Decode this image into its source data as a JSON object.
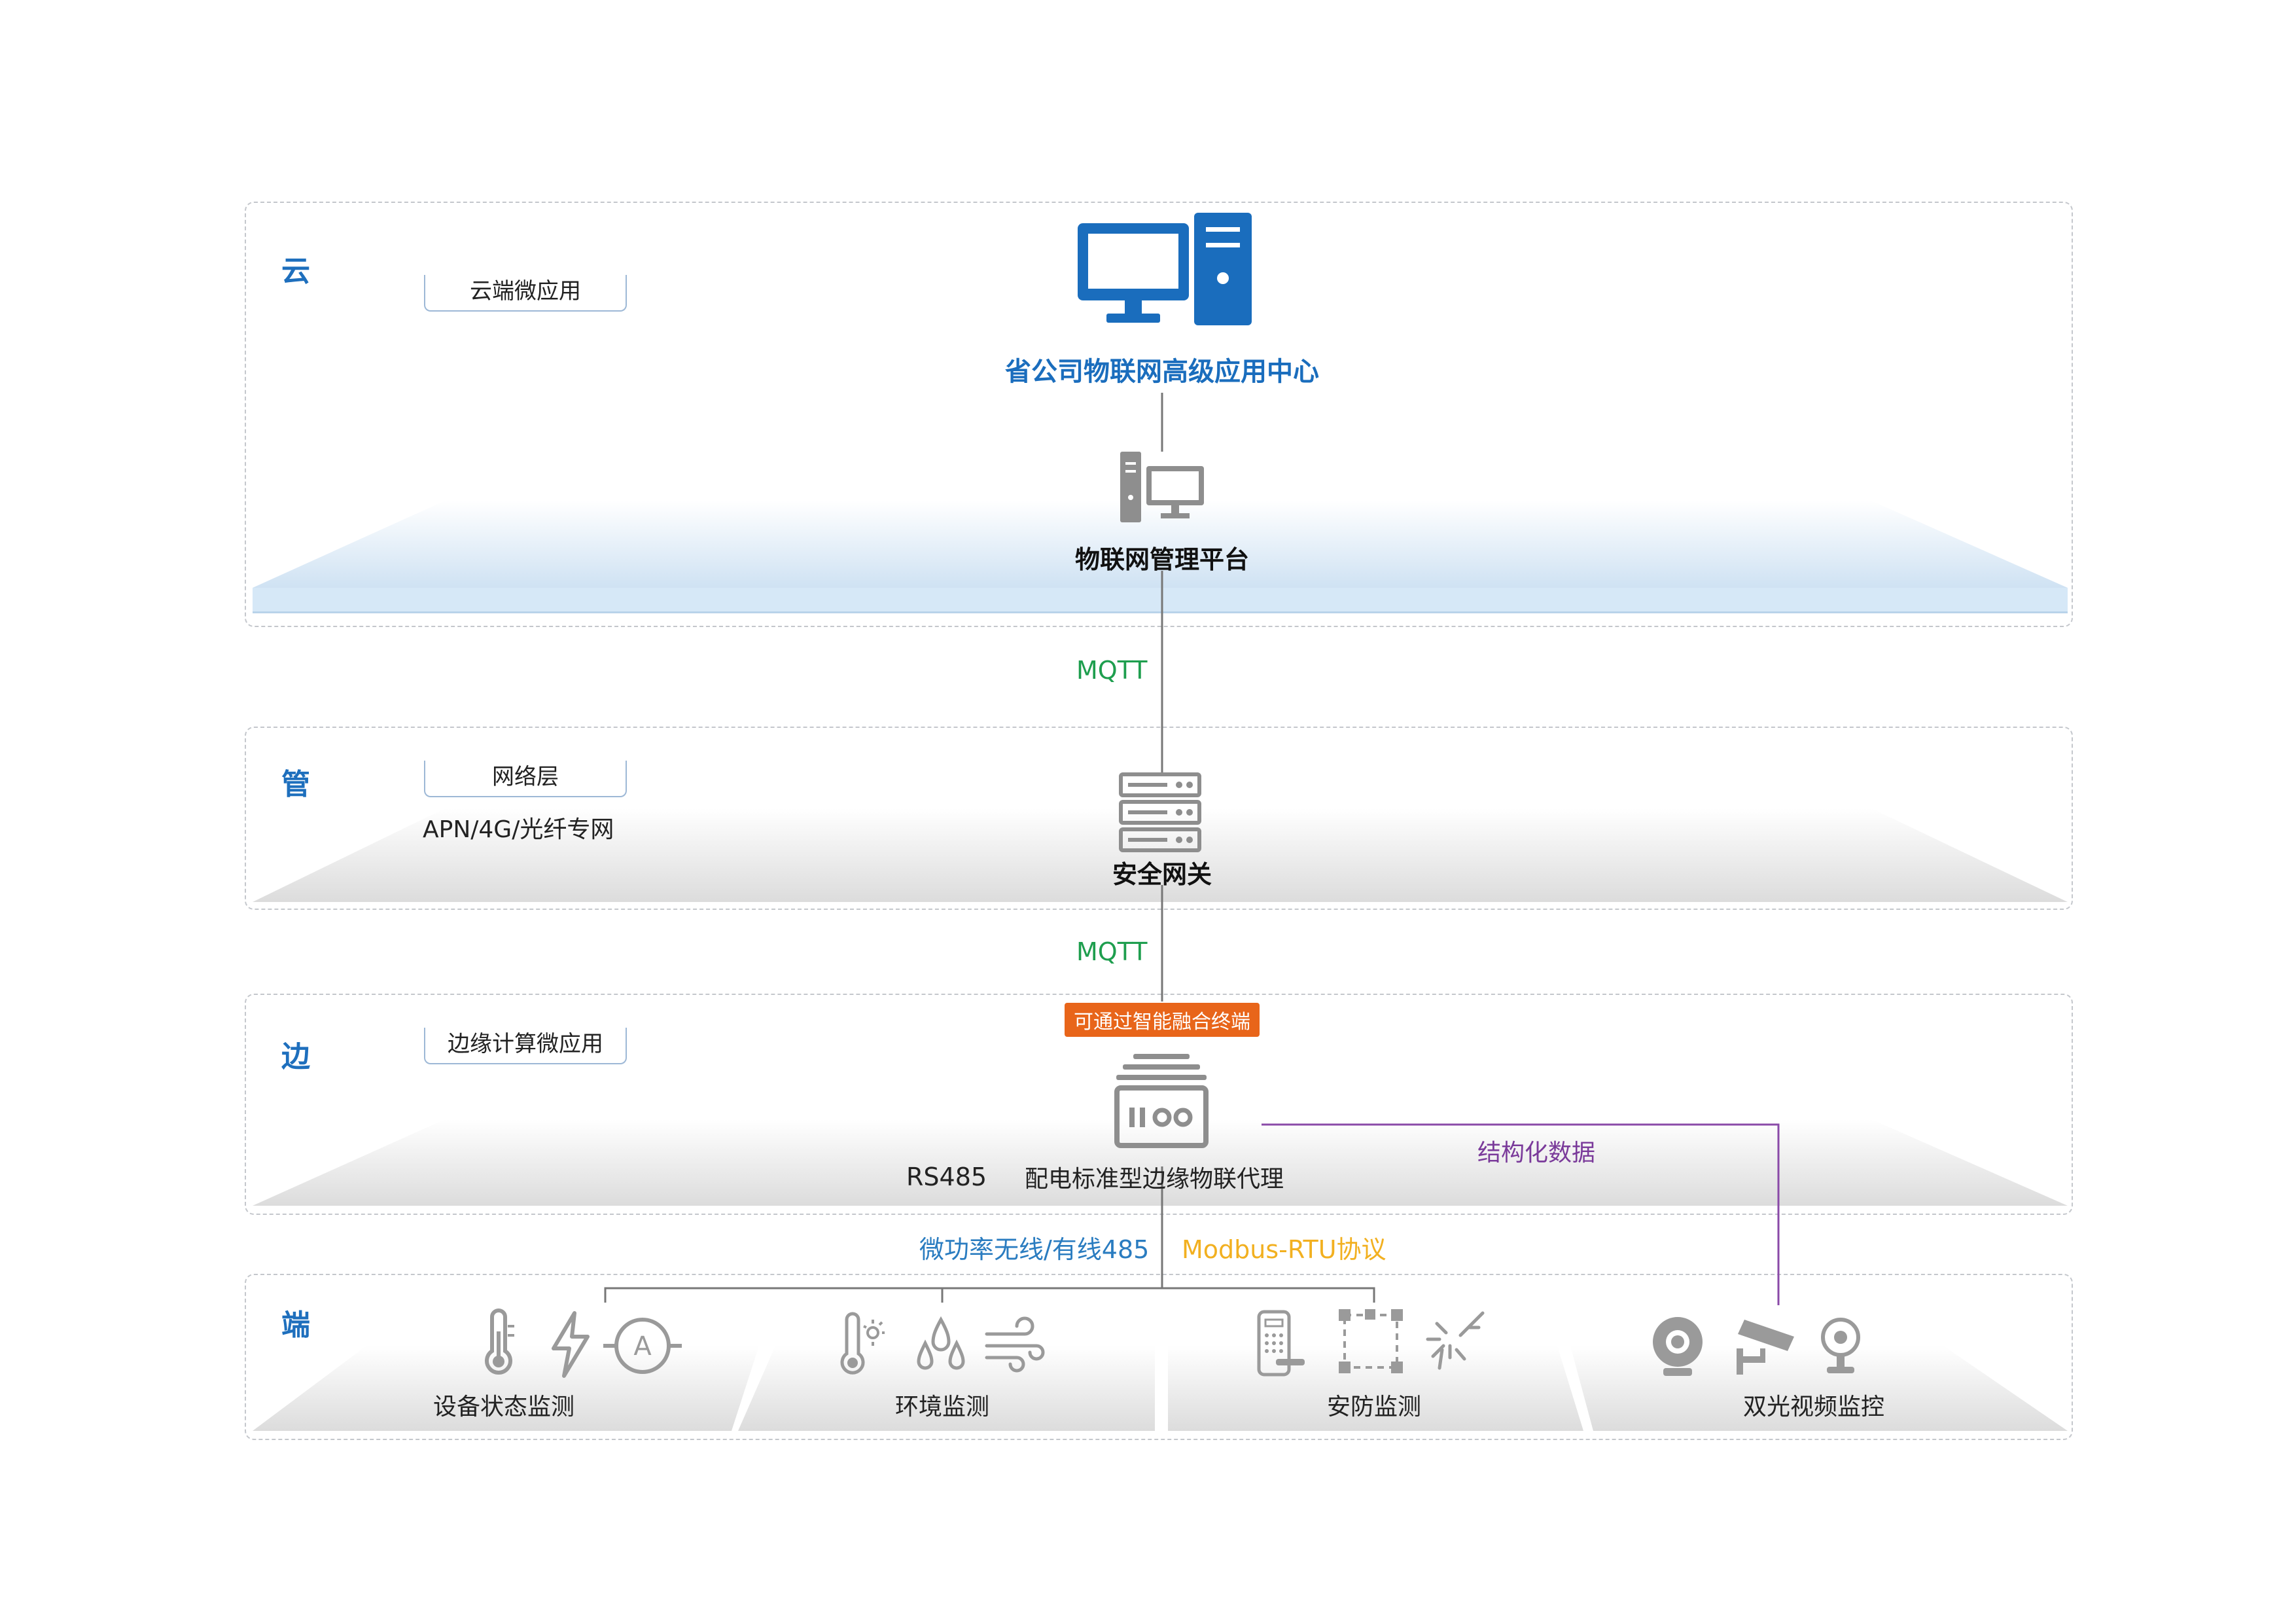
{
  "layers": {
    "cloud": {
      "name": "云",
      "tab": "云端微应用"
    },
    "pipe": {
      "name": "管",
      "tab": "网络层",
      "note": "APN/4G/光纤专网"
    },
    "edge": {
      "name": "边",
      "tab": "边缘计算微应用"
    },
    "end": {
      "name": "端"
    }
  },
  "nodes": {
    "center": "省公司物联网高级应用中心",
    "platform": "物联网管理平台",
    "gateway": "安全网关",
    "agent": "配电标准型边缘物联代理",
    "fusion_badge": "可通过智能融合终端"
  },
  "links": {
    "mqtt_upper": "MQTT",
    "mqtt_lower": "MQTT",
    "rs485": "RS485",
    "wireless": "微功率无线/有线485",
    "modbus": "Modbus-RTU协议",
    "structured": "结构化数据"
  },
  "devices": [
    {
      "label": "设备状态监测",
      "icons": [
        "thermometer-icon",
        "lightning-icon",
        "ammeter-icon"
      ]
    },
    {
      "label": "环境监测",
      "icons": [
        "temperature-sun-icon",
        "water-drops-icon",
        "wind-icon"
      ]
    },
    {
      "label": "安防监测",
      "icons": [
        "door-access-icon",
        "perimeter-icon",
        "laser-icon"
      ]
    },
    {
      "label": "双光视频监控",
      "icons": [
        "dome-camera-icon",
        "bullet-camera-icon",
        "webcam-icon"
      ]
    }
  ],
  "colors": {
    "layer_title": "#1e6fbd",
    "center_blue": "#1a6dbd",
    "mqtt_green": "#1e9e4e",
    "wireless_blue": "#2a7cc0",
    "modbus_yellow": "#f2b020",
    "structured_purple": "#7a3a9a",
    "badge_orange": "#e8651a",
    "icon_gray": "#9a9a9a"
  }
}
